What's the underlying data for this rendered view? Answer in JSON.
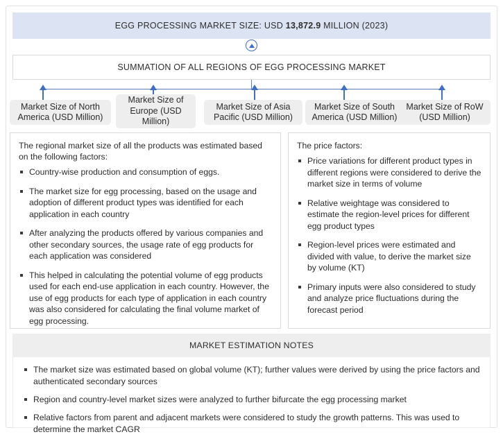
{
  "header": {
    "title_prefix": "EGG PROCESSING MARKET SIZE: USD ",
    "title_value": "13,872.9",
    "title_suffix": " MILLION (2023)",
    "bg_color": "#dce3f2"
  },
  "connector": {
    "icon_name": "circle-up-arrow-icon",
    "line_color": "#3d6fc4"
  },
  "summation": {
    "label": "SUMMATION OF ALL REGIONS OF EGG PROCESSING MARKET"
  },
  "regions": [
    {
      "label": "Market Size of North America (USD Million)"
    },
    {
      "label": "Market Size of Europe (USD Million)"
    },
    {
      "label": "Market Size of Asia Pacific (USD Million)"
    },
    {
      "label": "Market Size of South America (USD Million)"
    },
    {
      "label": "Market Size of RoW (USD Million)"
    }
  ],
  "left_panel": {
    "intro": "The regional market size of all the products was estimated based on the following factors:",
    "bullets": [
      "Country-wise production and consumption of eggs.",
      "The market size for egg processing, based on the usage and adoption of different product types was identified for each application in each country",
      "After analyzing the products offered by various companies and other secondary sources, the usage rate of egg products for each application was considered",
      "This helped in calculating the potential volume of egg products used for each end-use application in each country. However, the use of egg products for each type of application in each country was also considered for calculating the final volume market of egg processing."
    ]
  },
  "right_panel": {
    "intro": "The price factors:",
    "bullets": [
      "Price variations for different product types in different regions were considered to derive the market size in terms of volume",
      "Relative weightage was considered to estimate the region-level prices for different egg product types",
      "Region-level prices were estimated and divided with value, to derive the market size by volume (KT)",
      "Primary inputs were also considered to study and analyze price fluctuations during the forecast period"
    ]
  },
  "notes": {
    "header": "MARKET ESTIMATION NOTES",
    "bullets": [
      "The market size was estimated based on global volume (KT); further values were derived by using the price factors and authenticated secondary sources",
      "Region and country-level market sizes were analyzed to further bifurcate the egg processing market",
      "Relative factors from parent and adjacent markets were considered to study the growth patterns. This was used to determine the market CAGR"
    ]
  }
}
